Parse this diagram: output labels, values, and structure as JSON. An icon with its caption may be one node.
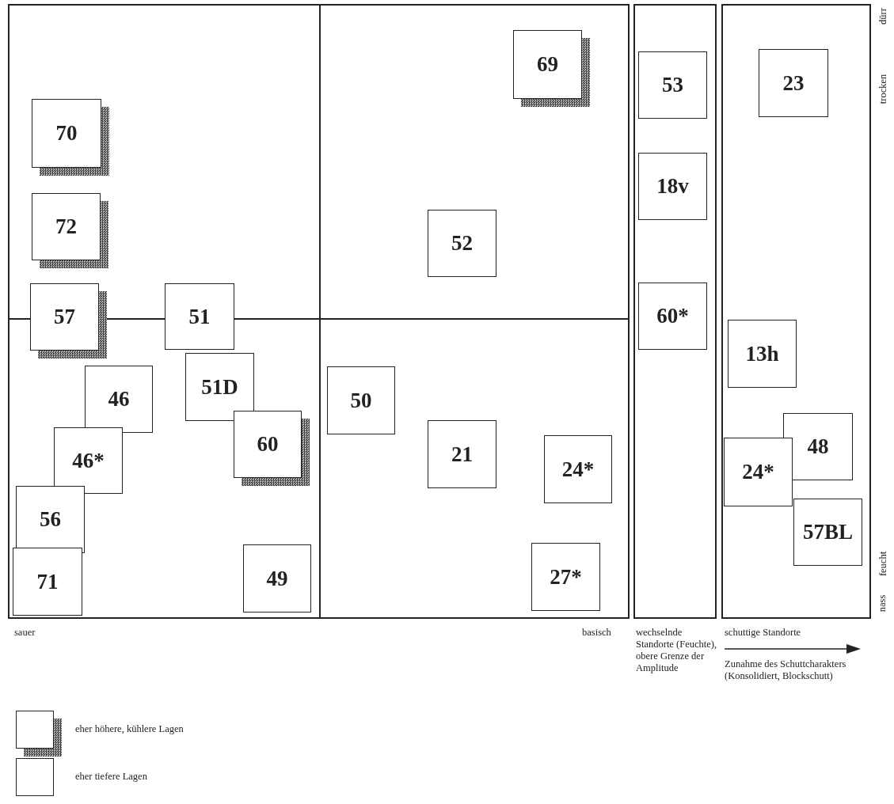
{
  "diagram": {
    "nodes": [
      {
        "text": [],
        "shape": "box"
      },
      {
        "text": [
          "69"
        ],
        "in": 0
      },
      {
        "text": [
          "70"
        ],
        "in": 0
      },
      {
        "text": [
          "72"
        ],
        "in": 0
      },
      {
        "text": [
          "52"
        ],
        "in": 0
      },
      {
        "text": [
          "57"
        ],
        "in": 0
      },
      {
        "text": [
          "51"
        ],
        "in": 0
      },
      {
        "text": [
          "51D"
        ],
        "in": 0
      },
      {
        "text": [
          "46"
        ],
        "in": 0
      },
      {
        "text": [
          "50"
        ],
        "in": 0
      },
      {
        "text": [
          "60"
        ],
        "in": 0
      },
      {
        "text": [
          "46*"
        ],
        "in": 0
      },
      {
        "text": [
          "21"
        ],
        "in": 0
      },
      {
        "text": [
          "24*"
        ],
        "in": 0
      },
      {
        "text": [
          "56"
        ],
        "in": 0
      },
      {
        "text": [
          "27*"
        ],
        "in": 0
      },
      {
        "text": [
          "49"
        ],
        "in": 0
      },
      {
        "text": [
          "71"
        ],
        "in": 0
      },
      {
        "text": [],
        "shape": "box"
      },
      {
        "text": [
          "53"
        ],
        "in": 18
      },
      {
        "text": [
          "18v"
        ],
        "in": 18
      },
      {
        "text": [
          "60*"
        ],
        "in": 18
      },
      {
        "text": [],
        "shape": "box"
      },
      {
        "text": [
          "23"
        ],
        "in": 22
      },
      {
        "text": [
          "13h"
        ],
        "in": 22
      },
      {
        "text": [
          "48"
        ],
        "in": 22
      },
      {
        "text": [
          "24*"
        ],
        "in": 22
      },
      {
        "text": [
          "57BL"
        ],
        "in": 22
      }
    ],
    "labels": [
      "dürr",
      "trocken",
      "feucht",
      "nass",
      "sauer",
      "basisch",
      "wechselnde Standorte (Feuchte), obere Grenze der Amplitude",
      "schuttige Standorte",
      "Zunahme des Schuttcharakters (Konsolidiert, Blockschutt)"
    ],
    "legend": [
      {
        "text": "eher höhere, kühlere Lagen"
      },
      {
        "text": "eher tiefere Lagen"
      }
    ]
  }
}
